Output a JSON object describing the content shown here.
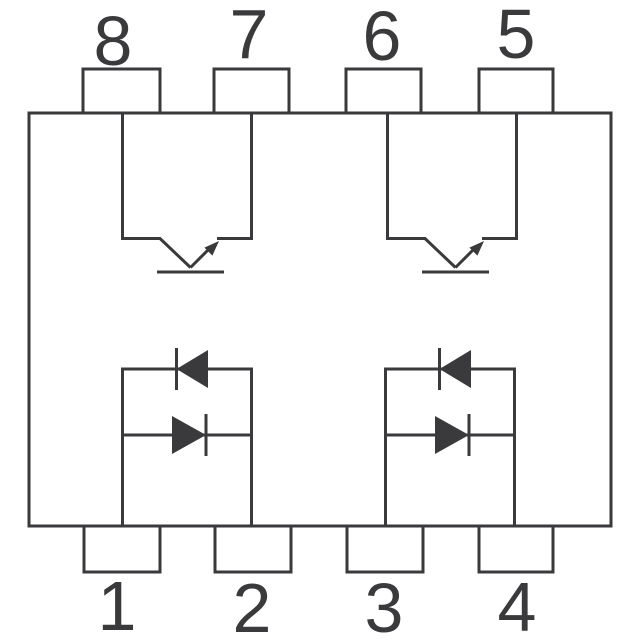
{
  "schematic": {
    "kind": "dual-channel photocoupler internal connection diagram",
    "colors": {
      "line": "#3a3a3c",
      "background": "#ffffff"
    },
    "pin_labels": {
      "p1": "1",
      "p2": "2",
      "p3": "3",
      "p4": "4",
      "p5": "5",
      "p6": "6",
      "p7": "7",
      "p8": "8"
    },
    "components": {
      "channel_a_output": "phototransistor (pins 8-7)",
      "channel_b_output": "phototransistor (pins 6-5)",
      "channel_a_input": "anti-parallel LED pair (pins 1-2)",
      "channel_b_input": "anti-parallel LED pair (pins 3-4)"
    }
  }
}
